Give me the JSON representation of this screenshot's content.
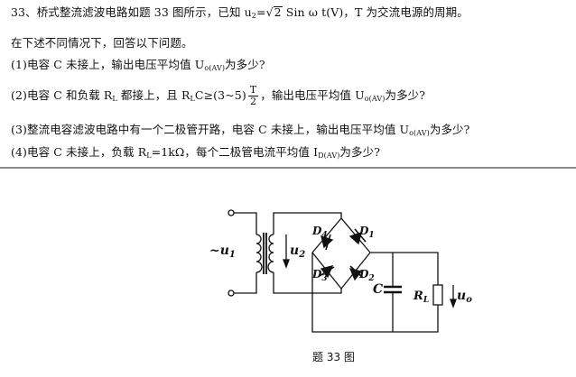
{
  "question": {
    "title_prefix": "33、桥式整流滤波电路如题 33 图所示，已知 u",
    "title_u_sub": "2",
    "title_eq": "=",
    "title_sqrt_arg": "2",
    "title_rest": " Sin ω t(V)，T 为交流电源的周期。",
    "intro": "在下述不同情况下，回答以下问题。",
    "q1": "(1)电容 C 未接上，输出电压平均值 U",
    "q1_sub": "o(AV)",
    "q1_end": "为多少?",
    "q2_a": "(2)电容 C 和负载 R",
    "q2_rl_sub": "L",
    "q2_b": " 都接上，且 R",
    "q2_c": "C≥(3~5)",
    "q2_frac_num": "T",
    "q2_frac_den": "2",
    "q2_d": "，输出电压平均值 U",
    "q2_sub": "o(AV)",
    "q2_end": "为多少?",
    "q3": "(3)整流电容滤波电路中有一个二极管开路，电容 C 未接上，输出电压平均值 U",
    "q3_sub": "o(AV)",
    "q3_end": "为多少?",
    "q4_a": "(4)电容 C 未接上，负载 R",
    "q4_rl_sub": "L",
    "q4_b": "=1kΩ，每个二极管电流平均值 I",
    "q4_sub": "D(AV)",
    "q4_end": "为多少?"
  },
  "figure": {
    "u1_label": "~u",
    "u1_sub": "1",
    "u2_label": "u",
    "u2_sub": "2",
    "d4": "D",
    "d4_sub": "4",
    "d1": "D",
    "d1_sub": "1",
    "d3": "D",
    "d3_sub": "3",
    "d2": "D",
    "d2_sub": "2",
    "c_label": "C",
    "rl_label": "R",
    "rl_sub": "L",
    "uo_label": "u",
    "uo_sub": "o",
    "caption": "题 33 图"
  }
}
